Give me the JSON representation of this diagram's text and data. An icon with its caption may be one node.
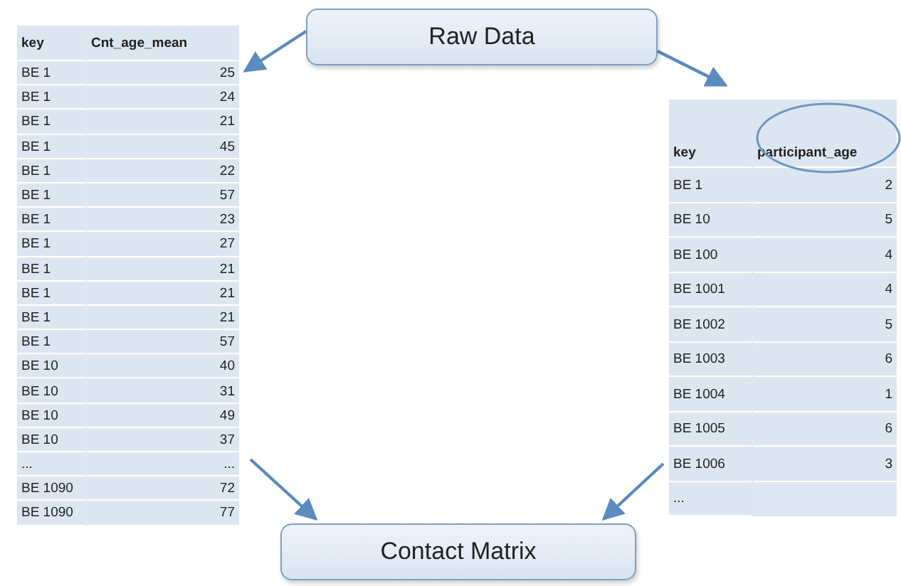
{
  "diagram": {
    "nodes": [
      {
        "text": [
          "Raw Data"
        ]
      },
      {
        "text": [
          "key",
          "Cnt_age_mean",
          "BE 1",
          "25",
          "BE 1",
          "24",
          "BE 1",
          "21",
          "BE 1",
          "45",
          "BE 1",
          "22",
          "BE 1",
          "57",
          "BE 1",
          "23",
          "BE 1",
          "27",
          "BE 1",
          "21",
          "BE 1",
          "21",
          "BE 1",
          "21",
          "BE 1",
          "57",
          "BE 10",
          "40",
          "BE 10",
          "31",
          "BE 10",
          "49",
          "BE 10",
          "37",
          "...",
          "...",
          "BE 1090",
          "72",
          "BE 1090",
          "77"
        ]
      },
      {
        "text": [
          "key",
          "participant_age",
          "BE 1",
          "2",
          "BE 10",
          "5",
          "BE 100",
          "4",
          "BE 1001",
          "4",
          "BE 1002",
          "5",
          "BE 1003",
          "6",
          "BE 1004",
          "1",
          "BE 1005",
          "6",
          "BE 1006",
          "3",
          "..."
        ]
      },
      {
        "text": [
          "Contact Matrix"
        ]
      }
    ],
    "edges": [
      {
        "from": 0,
        "to": 1,
        "arrow": "to"
      },
      {
        "from": 0,
        "to": 2,
        "arrow": "to"
      },
      {
        "from": 1,
        "to": 3,
        "arrow": "to"
      },
      {
        "from": 2,
        "to": 3,
        "arrow": "to"
      }
    ]
  }
}
